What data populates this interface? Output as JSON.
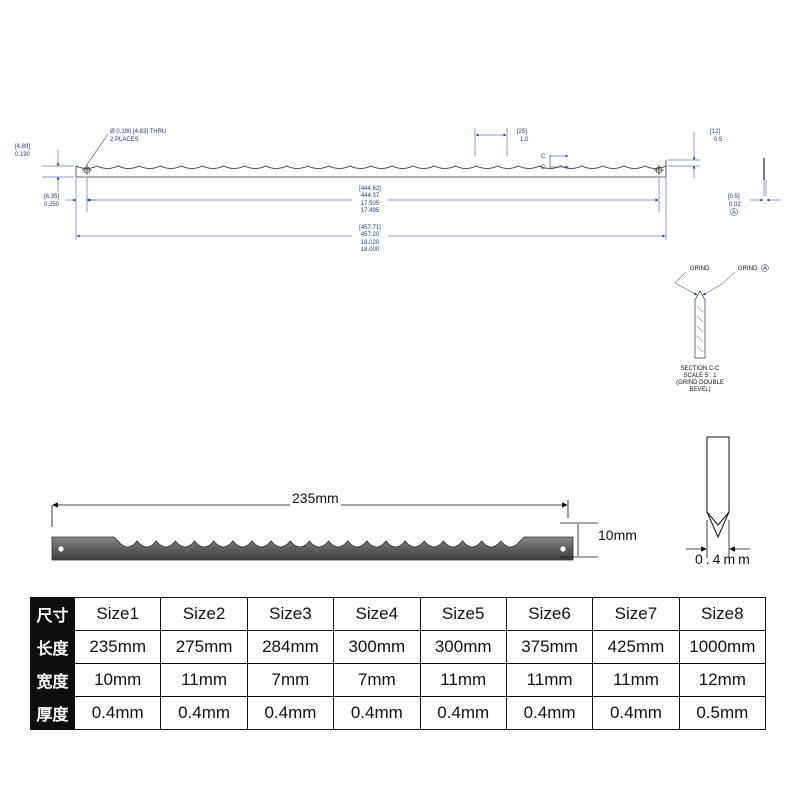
{
  "drawing": {
    "hole_note": [
      "Ø 0.190 [4.83] THRU",
      "2 PLACES"
    ],
    "tooth_pitch": [
      "[25]",
      "1.0"
    ],
    "tooth_depth": [
      "[12]",
      "0.5"
    ],
    "left_height": [
      "[4.83]",
      "0.190"
    ],
    "left_offset": [
      "[6.35]",
      "0.250"
    ],
    "hole_spacing": [
      "[444.62]",
      "444.37",
      "17.505",
      "17.495"
    ],
    "overall_length": [
      "[457.71]",
      "457.20",
      "18.020",
      "18.000"
    ],
    "section_marker": "C",
    "thickness_dim": [
      "[0.5]",
      "0.02"
    ],
    "datum": "A",
    "grind_label": "GRIND",
    "grind_datum_label": "GRIND",
    "section_note": [
      "SECTION C-C",
      "SCALE 5 : 1",
      "(GRIND DOUBLE",
      "BEVEL)"
    ]
  },
  "photo": {
    "length_label": "235mm",
    "width_label": "10mm",
    "thickness_label": "0.4mm"
  },
  "table": {
    "rows": [
      {
        "header": "尺寸",
        "cells": [
          "Size1",
          "Size2",
          "Size3",
          "Size4",
          "Size5",
          "Size6",
          "Size7",
          "Size8"
        ]
      },
      {
        "header": "长度",
        "cells": [
          "235mm",
          "275mm",
          "284mm",
          "300mm",
          "300mm",
          "375mm",
          "425mm",
          "1000mm"
        ]
      },
      {
        "header": "宽度",
        "cells": [
          "10mm",
          "11mm",
          "7mm",
          "7mm",
          "11mm",
          "11mm",
          "11mm",
          "12mm"
        ]
      },
      {
        "header": "厚度",
        "cells": [
          "0.4mm",
          "0.4mm",
          "0.4mm",
          "0.4mm",
          "0.4mm",
          "0.4mm",
          "0.4mm",
          "0.5mm"
        ]
      }
    ]
  }
}
